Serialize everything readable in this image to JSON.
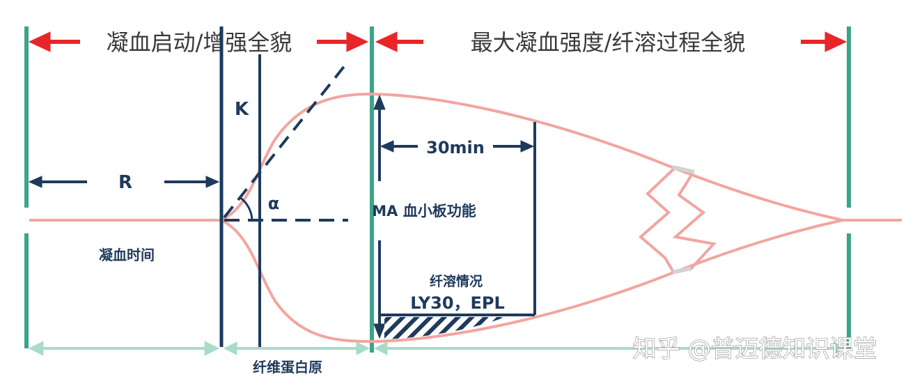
{
  "header": {
    "left_title": "凝血启动/增强全貌",
    "right_title": "最大凝血强度/纤溶过程全貌"
  },
  "labels": {
    "r": "R",
    "k": "K",
    "alpha": "α",
    "thirty_min": "30min",
    "ma": "MA 血小板功能",
    "clotting_time": "凝血时间",
    "fibrinolysis": "纤溶情况",
    "ly30_epl": "LY30，EPL",
    "fibrinogen": "纤维蛋白原"
  },
  "watermark": "知乎 @普迈德知识课堂",
  "colors": {
    "teal": "#3aa58a",
    "navy": "#1e3a5c",
    "red": "#e8262a",
    "curve": "#f2a5a0",
    "light_teal": "#a8dcc8"
  }
}
